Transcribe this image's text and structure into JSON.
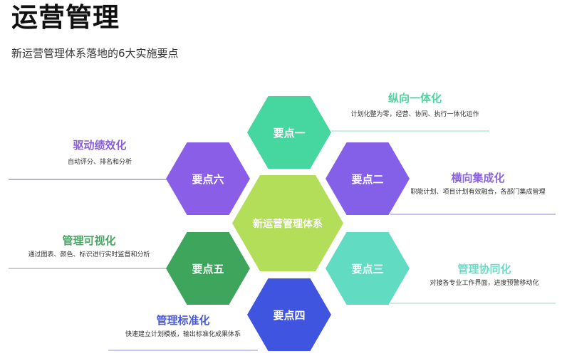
{
  "header": {
    "title": "运营管理",
    "subtitle": "新运营管理体系落地的6大实施要点"
  },
  "center": {
    "label": "新运营管理体系",
    "color": "#b2de5a"
  },
  "points": [
    {
      "hex_label": "要点一",
      "hex_color": "#46d6a0",
      "heading": "纵向一体化",
      "heading_color": "#4fd3a0",
      "description": "计划化整为零，经营、协同、执行一体化运作",
      "line_color": "#c8f0e0"
    },
    {
      "hex_label": "要点二",
      "hex_color": "#8460e8",
      "heading": "横向集成化",
      "heading_color": "#8a64dc",
      "description": "职能计划、项目计划有效融合，各部门集成管理",
      "line_color": "#c9c3ea"
    },
    {
      "hex_label": "要点三",
      "hex_color": "#62dbc3",
      "heading": "管理协同化",
      "heading_color": "#6fdac6",
      "description": "对接各专业工作界面，进度预警移动化",
      "line_color": "#cfe8e2"
    },
    {
      "hex_label": "要点四",
      "hex_color": "#3f55e0",
      "heading": "管理标准化",
      "heading_color": "#4a5ad8",
      "description": "快速建立计划模板，输出标准化成果体系",
      "line_color": "#c8c8f0"
    },
    {
      "hex_label": "要点五",
      "hex_color": "#3ea65c",
      "heading": "管理可视化",
      "heading_color": "#45a862",
      "description": "通过图表、颜色、标识进行实时监督和分析",
      "line_color": "#cccccc"
    },
    {
      "hex_label": "要点六",
      "hex_color": "#8a5ee6",
      "heading": "驱动绩效化",
      "heading_color": "#8a5edb",
      "description": "自动评分、排名和分析",
      "line_color": "#b8b4c8"
    }
  ]
}
